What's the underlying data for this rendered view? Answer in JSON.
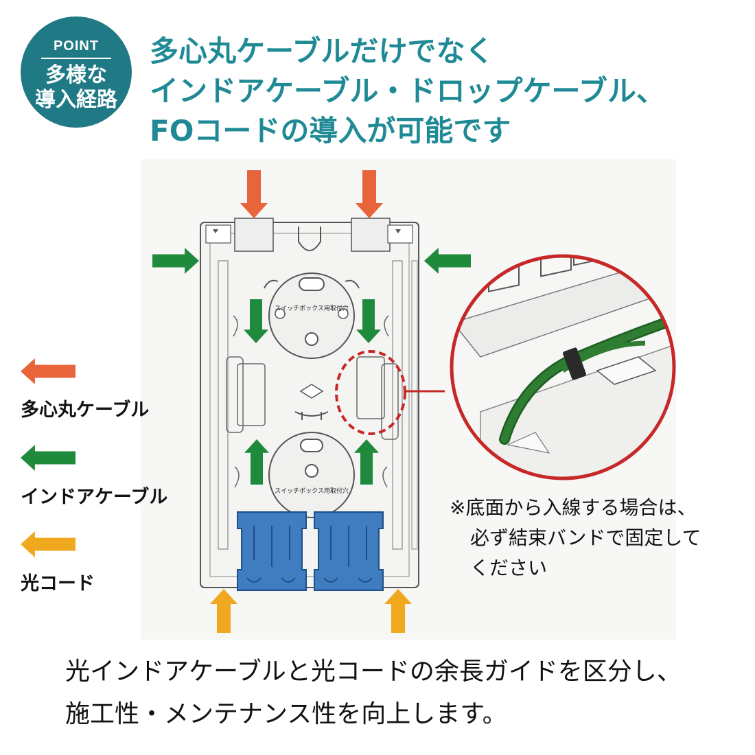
{
  "badge": {
    "top": "POINT",
    "line1": "多様な",
    "line2": "導入経路"
  },
  "headline": [
    "多心丸ケーブルだけでなく",
    "インドアケーブル・ドロップケーブル、",
    "FOコードの導入が可能です"
  ],
  "legend": [
    {
      "label": "多心丸ケーブル",
      "color": "#e8643a",
      "icon": "arrow-left"
    },
    {
      "label": "インドアケーブル",
      "color": "#1f8a3c",
      "icon": "arrow-left"
    },
    {
      "label": "光コード",
      "color": "#f0a81e",
      "icon": "arrow-left"
    }
  ],
  "diagram": {
    "boss_label_top": "スイッチボックス用取付穴",
    "boss_label_bottom": "スイッチボックス用取付穴",
    "tray_color": "#3f7cc0",
    "detail_ring_color": "#c62828",
    "cable_color": "#2e7d32"
  },
  "note": [
    "※底面から入線する場合は、",
    "必ず結束バンドで固定して",
    "ください"
  ],
  "caption": [
    "光インドアケーブルと光コードの余長ガイドを区分し、",
    "施工性・メンテナンス性を向上します。"
  ]
}
